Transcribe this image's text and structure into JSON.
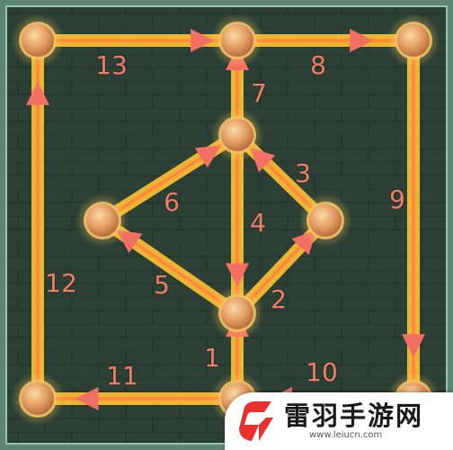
{
  "puzzle": {
    "steps": [
      {
        "number": "1",
        "from": "bottom-center",
        "to": "center-low"
      },
      {
        "number": "2",
        "from": "center-low",
        "to": "right-mid"
      },
      {
        "number": "3",
        "from": "right-mid",
        "to": "center-high"
      },
      {
        "number": "4",
        "from": "center-high",
        "to": "center-low"
      },
      {
        "number": "5",
        "from": "center-low",
        "to": "left-mid"
      },
      {
        "number": "6",
        "from": "left-mid",
        "to": "center-high"
      },
      {
        "number": "7",
        "from": "center-high",
        "to": "top-center"
      },
      {
        "number": "8",
        "from": "top-center",
        "to": "top-right"
      },
      {
        "number": "9",
        "from": "top-right",
        "to": "bottom-right"
      },
      {
        "number": "10",
        "from": "bottom-right",
        "to": "bottom-center"
      },
      {
        "number": "11",
        "from": "bottom-center",
        "to": "bottom-left"
      },
      {
        "number": "12",
        "from": "bottom-left",
        "to": "top-left"
      },
      {
        "number": "13",
        "from": "top-left",
        "to": "top-center"
      }
    ],
    "colors": {
      "line": "#ffc233",
      "line_core": "#ff8a3c",
      "arrow": "#f27063",
      "number": "#f07d66",
      "node": "#e9a76a",
      "background": "#2f4238",
      "frame": "#6f9a86"
    }
  },
  "watermark": {
    "title": "雷羽手游网",
    "url": "www.leiucn.com",
    "logo_icon": "lightning-logo-icon",
    "logo_color": "#e8312f"
  }
}
